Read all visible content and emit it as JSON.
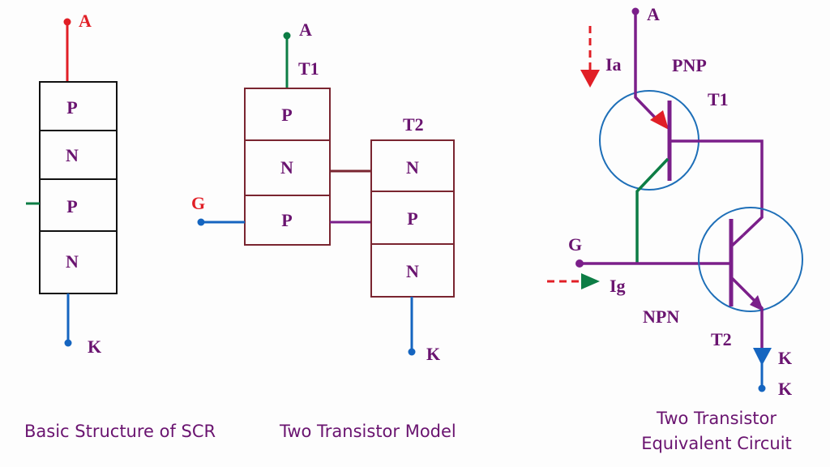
{
  "colors": {
    "text_purple": "#6a1470",
    "wire_purple": "#7b1f8a",
    "anode_red": "#e11f26",
    "gate_green": "#0d7d45",
    "cathode_blue": "#1565c0",
    "box_black": "#111111",
    "box_maroon": "#7a2530",
    "circle_blue": "#1e6fb8",
    "label_red": "#e11f26"
  },
  "basic_structure": {
    "caption": "Basic Structure of SCR",
    "anode_label": "A",
    "cathode_label": "K",
    "layers": [
      "P",
      "N",
      "P",
      "N"
    ]
  },
  "two_transistor_model": {
    "caption": "Two Transistor Model",
    "anode_label": "A",
    "gate_label": "G",
    "cathode_label": "K",
    "t1_label": "T1",
    "t2_label": "T2",
    "t1_layers": [
      "P",
      "N",
      "P"
    ],
    "t2_layers": [
      "N",
      "P",
      "N"
    ]
  },
  "equivalent_circuit": {
    "caption_line1": "Two Transistor",
    "caption_line2": "Equivalent Circuit",
    "anode_label": "A",
    "anode_current_label": "Ia",
    "pnp_label": "PNP",
    "t1_label": "T1",
    "gate_label": "G",
    "gate_current_label": "Ig",
    "npn_label": "NPN",
    "t2_label": "T2",
    "cathode_label_1": "K",
    "cathode_label_2": "K"
  }
}
